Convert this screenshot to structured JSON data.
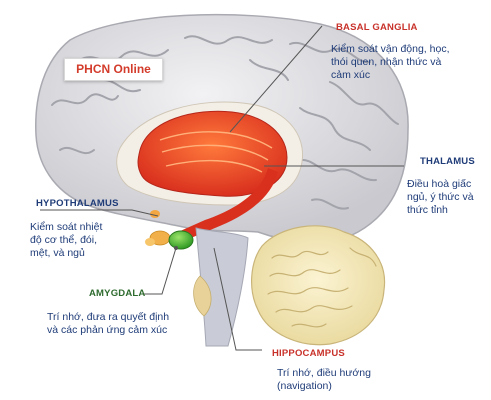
{
  "watermark": "PHCN Online",
  "labels": {
    "basal_ganglia": {
      "title": "BASAL GANGLIA",
      "lines": [
        "Kiểm soát vận động, học,",
        "thói quen, nhận thức và",
        "cảm xúc"
      ]
    },
    "thalamus": {
      "title": "THALAMUS",
      "lines": [
        "Điều hoà giấc",
        "ngủ, ý thức và",
        "thức tỉnh"
      ]
    },
    "hypothalamus": {
      "title": "HYPOTHALAMUS",
      "lines": [
        "Kiểm soát nhiệt",
        "độ cơ thể, đói,",
        "mệt, và ngủ"
      ]
    },
    "amygdala": {
      "title": "AMYGDALA",
      "lines": [
        "Trí nhớ, đưa ra quyết định",
        "và các phản ứng cảm xúc"
      ]
    },
    "hippocampus": {
      "title": "HIPPOCAMPUS",
      "lines": [
        "Trí nhớ, điều hướng",
        "(navigation)"
      ]
    }
  },
  "colors": {
    "title_red": "#c8322a",
    "title_blue": "#1f3c78",
    "title_green": "#2e6b2e",
    "description_text": "#1f3c78",
    "brain_gray": "#d9d9dd",
    "basal_ganglia": "#ee4a2a",
    "amygdala": "#5ec23a",
    "hippocampus": "#f4e6b4"
  }
}
